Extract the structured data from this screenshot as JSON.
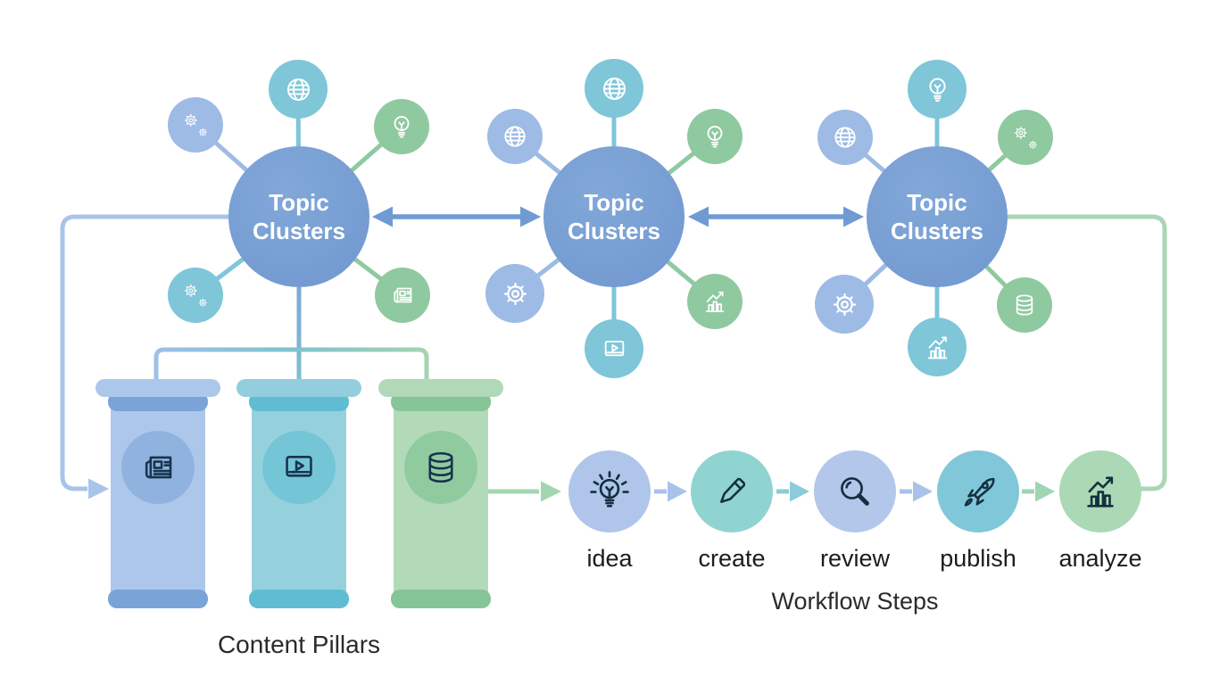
{
  "clusters": [
    {
      "label": "Topic Clusters",
      "satellites": [
        "gears",
        "globe",
        "lightbulb",
        "gears",
        "newspaper"
      ]
    },
    {
      "label": "Topic Clusters",
      "satellites": [
        "globe",
        "globe",
        "lightbulb",
        "gear",
        "bar-chart",
        "video-player"
      ]
    },
    {
      "label": "Topic Clusters",
      "satellites": [
        "globe",
        "lightbulb",
        "gears",
        "gear",
        "database",
        "bar-chart"
      ]
    }
  ],
  "content_pillars": {
    "label": "Content Pillars",
    "pillars": [
      {
        "icon": "newspaper"
      },
      {
        "icon": "video-player"
      },
      {
        "icon": "database"
      }
    ]
  },
  "workflow": {
    "label": "Workflow Steps",
    "steps": [
      {
        "label": "idea",
        "icon": "lightbulb-rays"
      },
      {
        "label": "create",
        "icon": "pen"
      },
      {
        "label": "review",
        "icon": "magnifying-glass"
      },
      {
        "label": "publish",
        "icon": "rocket"
      },
      {
        "label": "analyze",
        "icon": "bar-chart"
      }
    ]
  },
  "colors": {
    "cluster_fill": "#7aa0d4",
    "cluster_text": "#ffffff",
    "satellite_blue": "#9dbbe4",
    "satellite_teal": "#7ec6d8",
    "satellite_green": "#8fc9a0",
    "cluster_link_blue": "#6f9bd2",
    "loop_blue": "#a8c4e8",
    "loop_green": "#abd5b6",
    "arrow_periwinkle": "#a9c2ea",
    "arrow_teal": "#8ccbd9",
    "arrow_green": "#a0d5b2",
    "pillar_blue": "#adc7eb",
    "pillar_teal": "#95d1dd",
    "pillar_green": "#b2dab9",
    "step_idea_fill": "#b0c5ea",
    "step_create_fill": "#90d4d2",
    "step_review_fill": "#b3c7eb",
    "step_publish_fill": "#81c7da",
    "step_analyze_fill": "#abd9b6",
    "icon_dark": "#17344e",
    "label_text": "#2b2b2b"
  }
}
